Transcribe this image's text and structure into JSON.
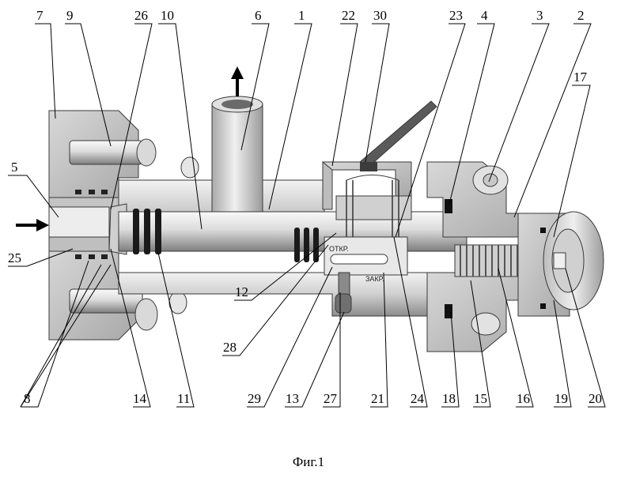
{
  "figure": {
    "caption": "Фиг.1",
    "top_labels": [
      "7",
      "9",
      "26",
      "10",
      "6",
      "1",
      "22",
      "30",
      "23",
      "4",
      "3",
      "2"
    ],
    "side_labels": [
      "17",
      "5",
      "25",
      "12",
      "28"
    ],
    "bottom_labels": [
      "8",
      "14",
      "11",
      "29",
      "13",
      "27",
      "21",
      "24",
      "18",
      "15",
      "16",
      "19",
      "20"
    ],
    "part_tags": {
      "open": "ОТКР.",
      "closed": "ЗАКР."
    }
  }
}
